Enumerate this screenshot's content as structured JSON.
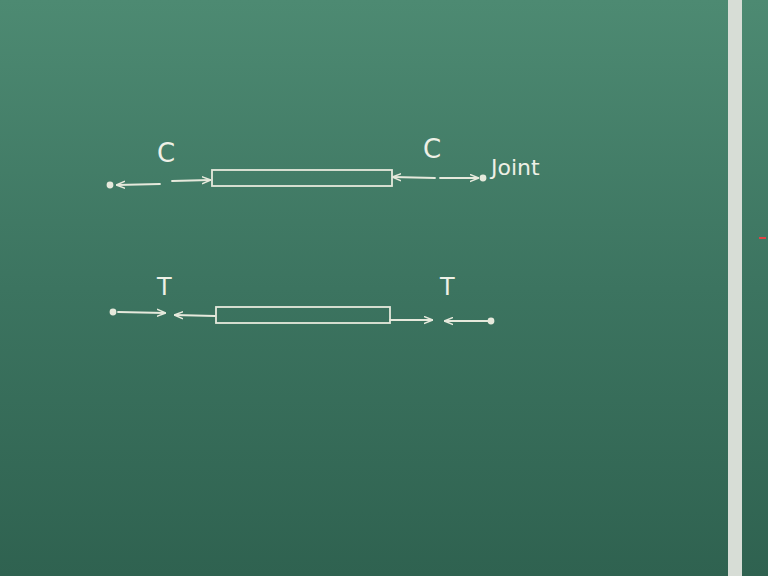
{
  "diagram": {
    "labels": [
      "C",
      "C",
      "Joint",
      "T",
      "T"
    ]
  }
}
